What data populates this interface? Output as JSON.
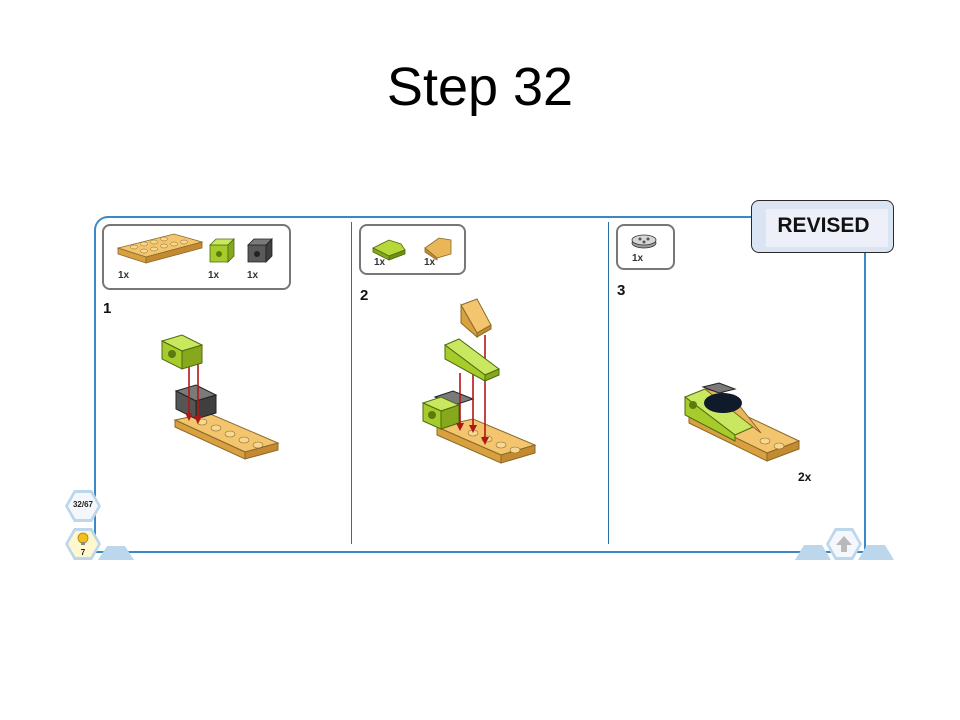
{
  "slide": {
    "title": "Step 32"
  },
  "badge": {
    "label": "REVISED"
  },
  "steps": [
    {
      "number": "1",
      "parts": [
        "1x",
        "1x",
        "1x"
      ]
    },
    {
      "number": "2",
      "parts": [
        "1x",
        "1x"
      ]
    },
    {
      "number": "3",
      "parts": [
        "1x"
      ],
      "multiplier": "2x"
    }
  ],
  "navigation": {
    "page_counter": "32/67",
    "hint_count": "7"
  },
  "colors": {
    "frame": "#3a88c8",
    "tan": "#e9b65a",
    "lime": "#b6d838",
    "dark_gray": "#555555",
    "arrow": "#b01818"
  }
}
